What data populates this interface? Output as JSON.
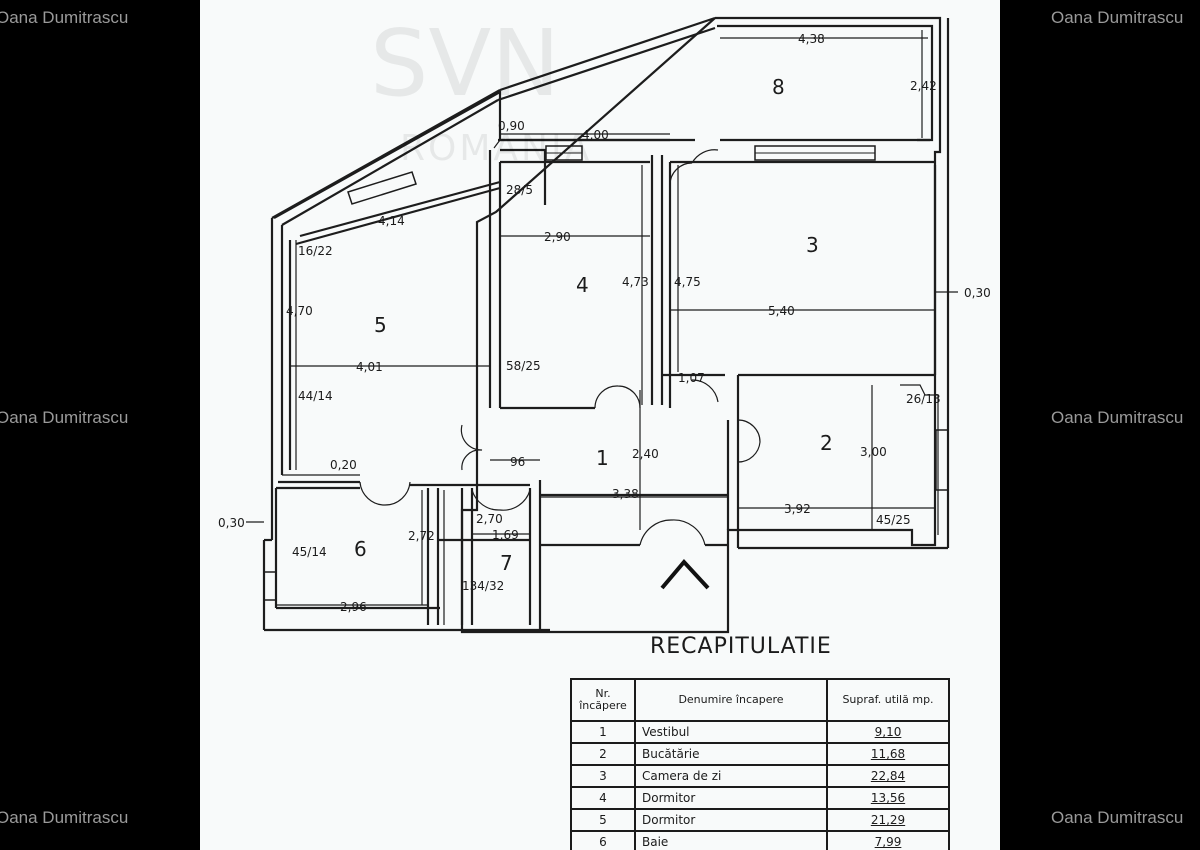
{
  "watermark": "Oana Dumitrascu",
  "logo": {
    "mark": "SVN",
    "sub": "ROMANIA"
  },
  "rooms": [
    "1",
    "2",
    "3",
    "4",
    "5",
    "6",
    "7",
    "8"
  ],
  "dims": {
    "d438": "4,38",
    "d242": "2,42",
    "d090": "0,90",
    "d400": "4,00",
    "d414": "4,14",
    "d28_5": "28/5",
    "d16_22": "16/22",
    "d290": "2,90",
    "d473": "4,73",
    "d475": "4,75",
    "d540": "5,40",
    "d030r": "0,30",
    "d470": "4,70",
    "d401": "4,01",
    "d58_25": "58/25",
    "d44_14": "44/14",
    "d107": "1,07",
    "d26_13": "26/13",
    "d300": "3,00",
    "d240": "2,40",
    "d96": "96",
    "d020": "0,20",
    "d338": "3,38",
    "d392": "3,92",
    "d45_25": "45/25",
    "d030l": "0,30",
    "d270": "2,70",
    "d272": "2,72",
    "d169": "1,69",
    "d45_14": "45/14",
    "d134_32": "134/32",
    "d296": "2,96"
  },
  "recap": {
    "title": "RECAPITULATIE",
    "headers": [
      "Nr. încăpere",
      "Denumire încapere",
      "Supraf. utilă mp."
    ],
    "rows": [
      {
        "nr": "1",
        "name": "Vestibul",
        "area": "9,10"
      },
      {
        "nr": "2",
        "name": "Bucătărie",
        "area": "11,68"
      },
      {
        "nr": "3",
        "name": "Camera de zi",
        "area": "22,84"
      },
      {
        "nr": "4",
        "name": "Dormitor",
        "area": "13,56"
      },
      {
        "nr": "5",
        "name": "Dormitor",
        "area": "21,29"
      },
      {
        "nr": "6",
        "name": "Baie",
        "area": "7,99"
      }
    ]
  }
}
